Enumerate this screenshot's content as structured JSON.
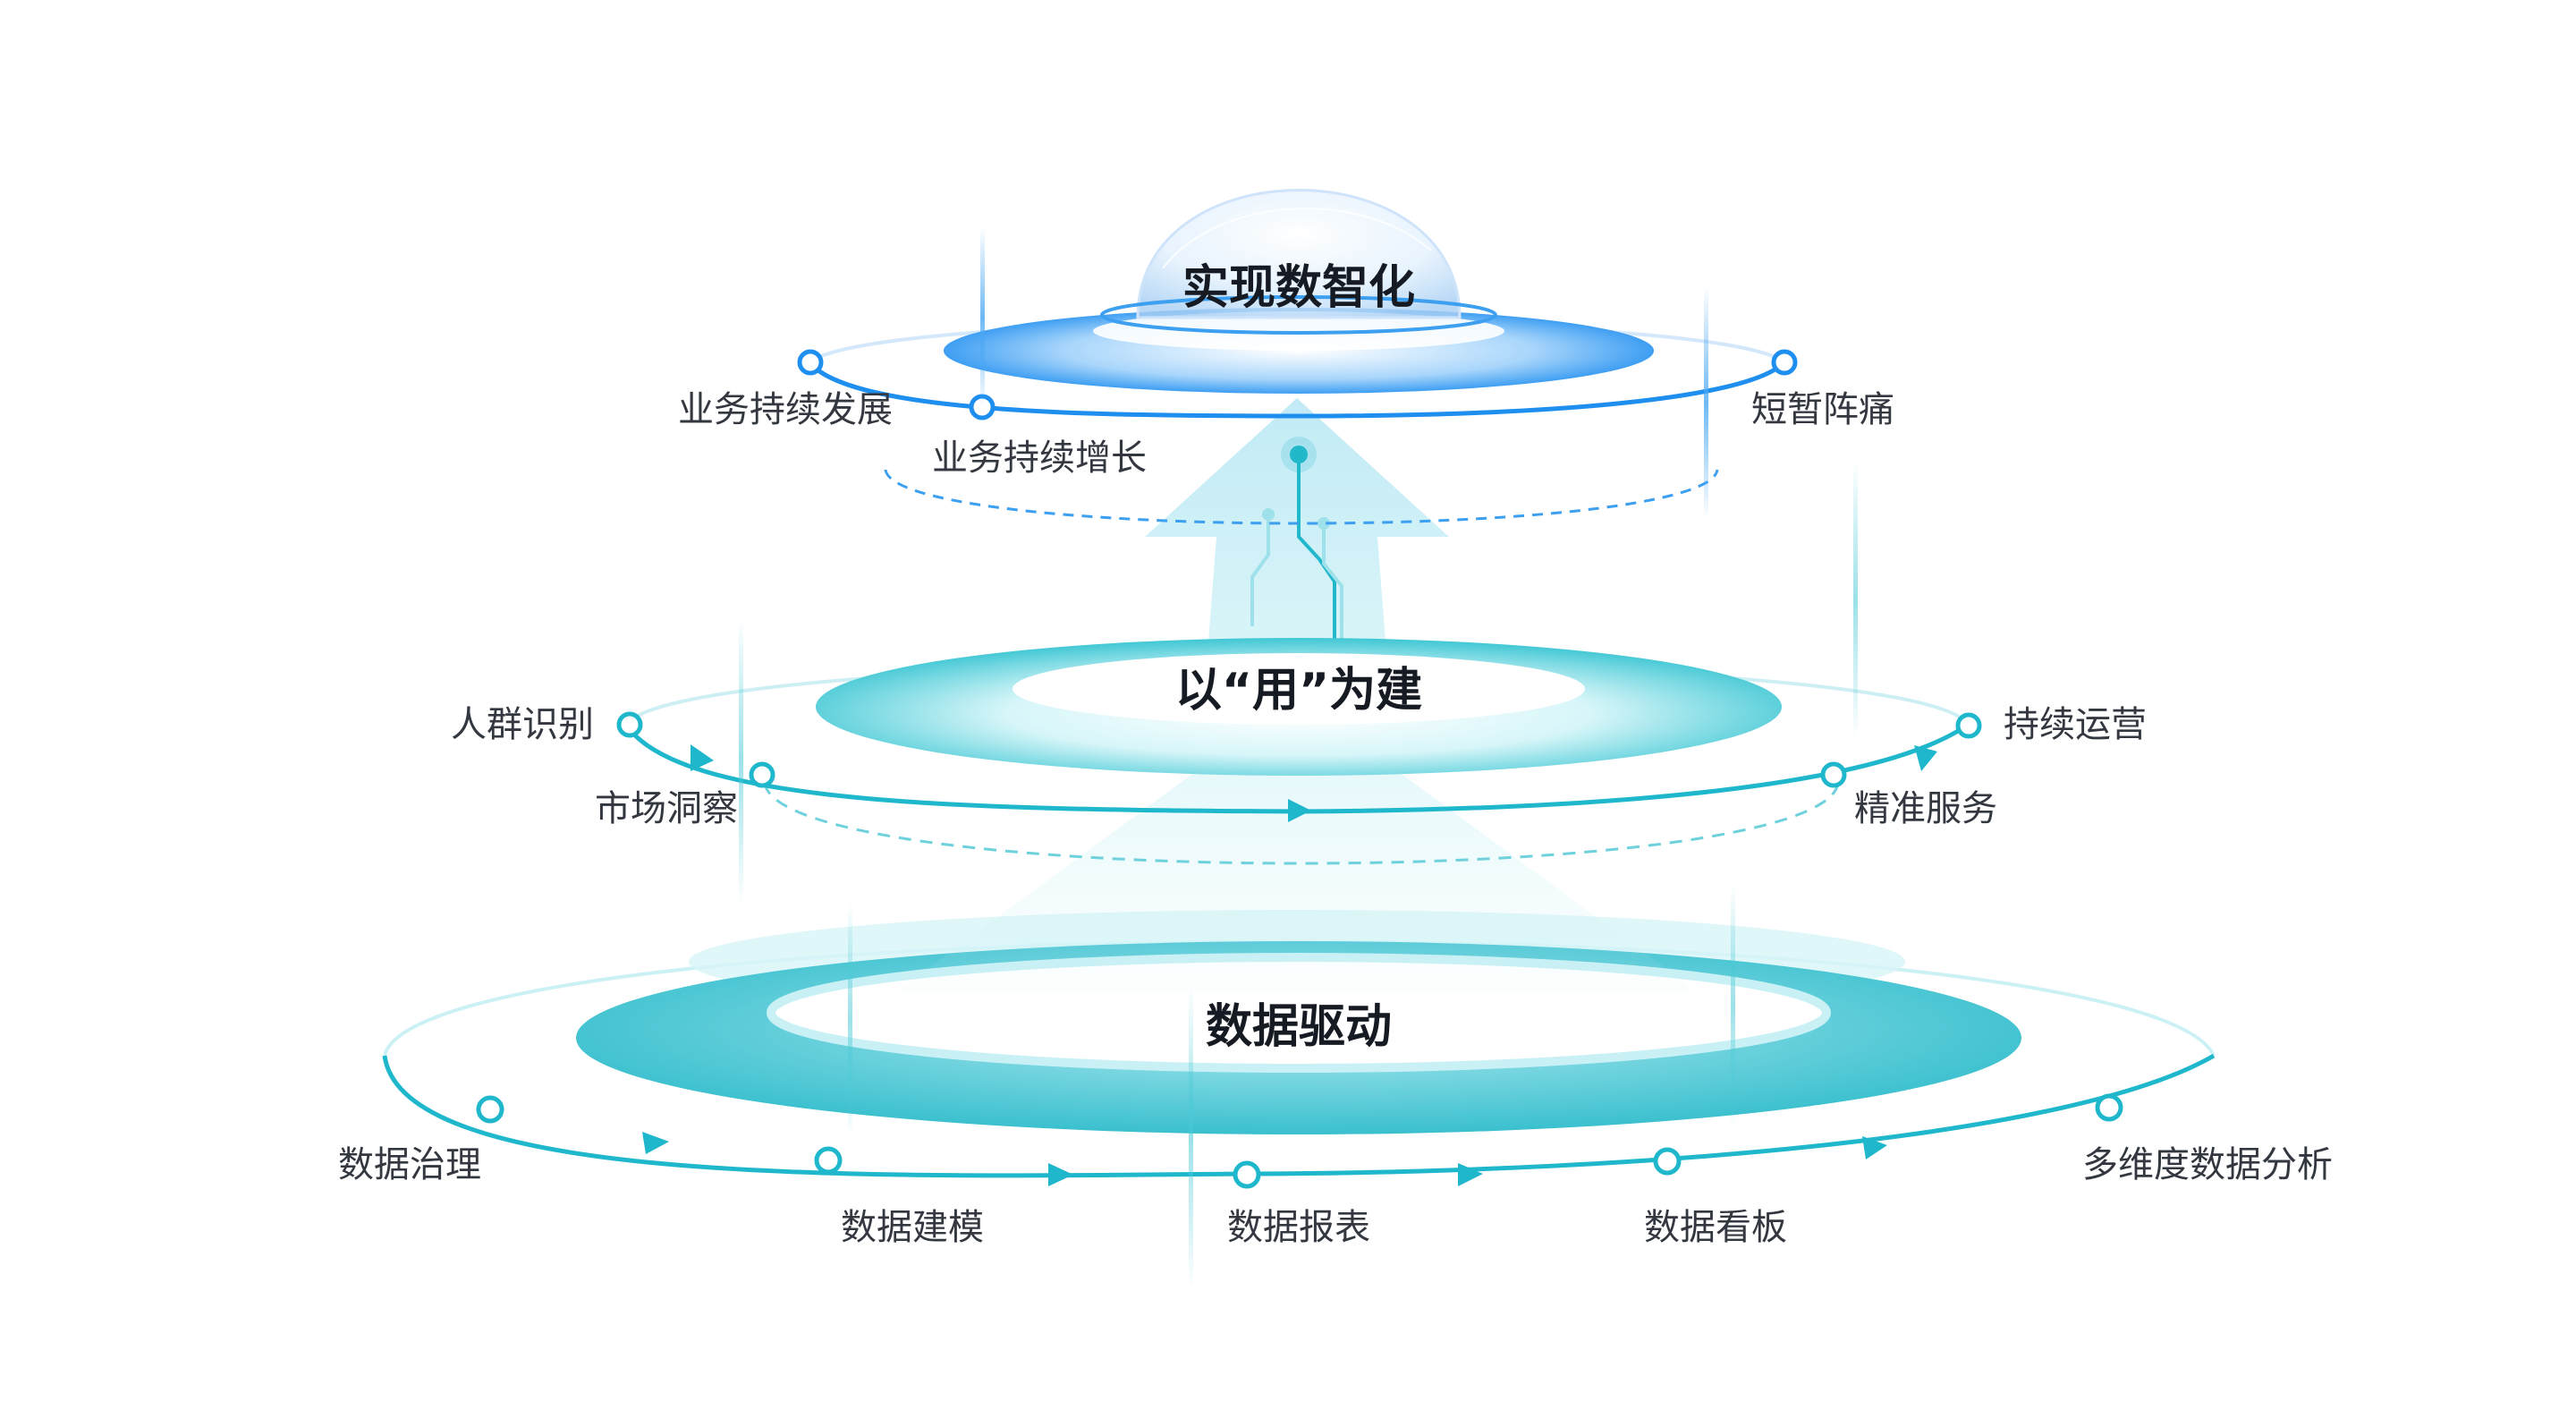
{
  "colors": {
    "top_blue": "#1e8fee",
    "teal": "#1fb7cc",
    "teal_light": "#8fe3ec",
    "text": "#333840",
    "title": "#161a22"
  },
  "tiers": {
    "top": {
      "title": "实现数智化",
      "nodes": [
        "业务持续发展",
        "业务持续增长",
        "短暂阵痛"
      ]
    },
    "middle": {
      "title": "以“用”为建",
      "nodes": [
        "人群识别",
        "市场洞察",
        "精准服务",
        "持续运营"
      ]
    },
    "bottom": {
      "title": "数据驱动",
      "nodes": [
        "数据治理",
        "数据建模",
        "数据报表",
        "数据看板",
        "多维度数据分析"
      ]
    }
  }
}
